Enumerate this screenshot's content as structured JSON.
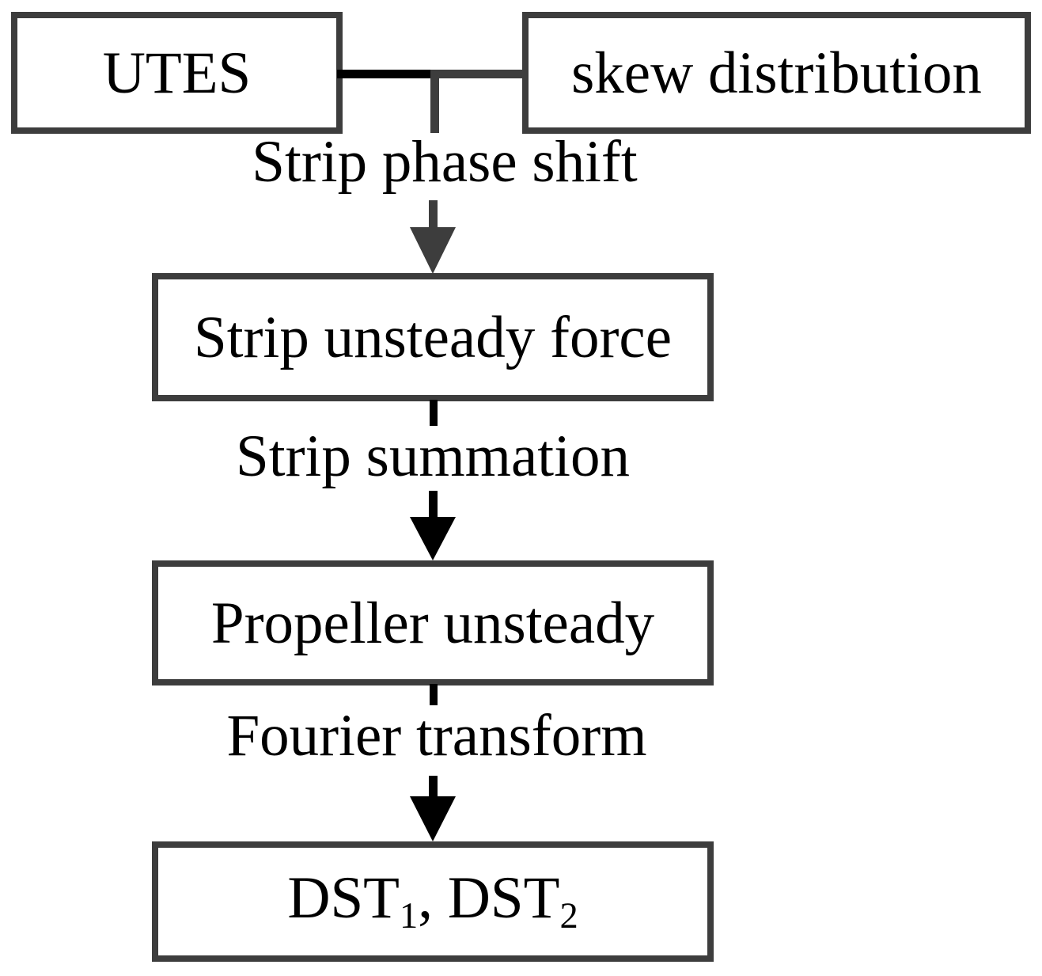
{
  "diagram": {
    "boxes": [
      {
        "name": "utes",
        "label": "UTES"
      },
      {
        "name": "skew-distribution",
        "label": "skew distribution"
      },
      {
        "name": "strip-unsteady-force",
        "label": "Strip unsteady force"
      },
      {
        "name": "propeller-unsteady",
        "label": "Propeller unsteady"
      },
      {
        "name": "dst-output",
        "parts": [
          "DST",
          "1",
          ", ",
          "DST",
          "2"
        ]
      }
    ],
    "edges": [
      {
        "name": "strip-phase-shift",
        "label": "Strip phase shift"
      },
      {
        "name": "strip-summation",
        "label": "Strip summation"
      },
      {
        "name": "fourier-transform",
        "label": "Fourier transform"
      }
    ],
    "colors": {
      "box_border": "#3d3d3d",
      "gray_connector": "#3d3d3d",
      "black_connector": "#000000",
      "text": "#000000",
      "background": "#ffffff"
    }
  }
}
